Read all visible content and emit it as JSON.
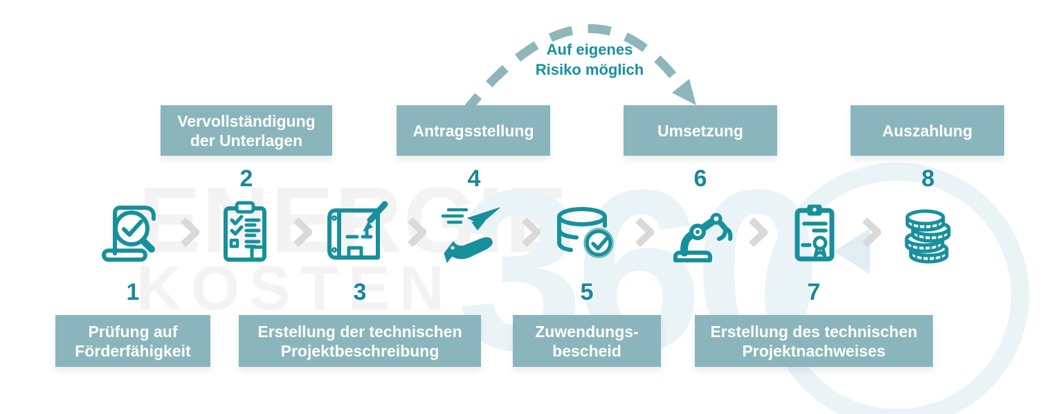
{
  "palette": {
    "box_bg": "#8ab5bc",
    "box_text": "#ffffff",
    "number": "#1a8799",
    "icon": "#17909c",
    "chevron": "#d9d9d9",
    "arc": "#8db6bd",
    "arc_text": "#1791a0",
    "watermark_gray": "#f3f3f3",
    "watermark_blue": "#eaf3f6"
  },
  "annotation": {
    "line1": "Auf eigenes",
    "line2": "Risiko möglich"
  },
  "watermark": {
    "line1": "ENERGIE",
    "line2": "KOSTEN",
    "badge": "360"
  },
  "steps": [
    {
      "number": "1",
      "position": "bottom",
      "icon": "document-check-search-icon",
      "lines": [
        "Prüfung auf",
        "Förderfähigkeit"
      ]
    },
    {
      "number": "2",
      "position": "top",
      "icon": "checklist-clipboard-icon",
      "lines": [
        "Vervollständigung",
        "der Unterlagen"
      ]
    },
    {
      "number": "3",
      "position": "bottom",
      "icon": "blueprint-pencil-icon",
      "lines": [
        "Erstellung der technischen",
        "Projektbeschreibung"
      ]
    },
    {
      "number": "4",
      "position": "top",
      "icon": "paper-plane-hand-icon",
      "lines": [
        "Antragsstellung"
      ]
    },
    {
      "number": "5",
      "position": "bottom",
      "icon": "database-check-icon",
      "lines": [
        "Zuwendungs-",
        "bescheid"
      ]
    },
    {
      "number": "6",
      "position": "top",
      "icon": "robot-arm-icon",
      "lines": [
        "Umsetzung"
      ]
    },
    {
      "number": "7",
      "position": "bottom",
      "icon": "certificate-award-icon",
      "lines": [
        "Erstellung des technischen",
        "Projektnachweises"
      ]
    },
    {
      "number": "8",
      "position": "top",
      "icon": "coin-stack-icon",
      "lines": [
        "Auszahlung"
      ]
    }
  ]
}
